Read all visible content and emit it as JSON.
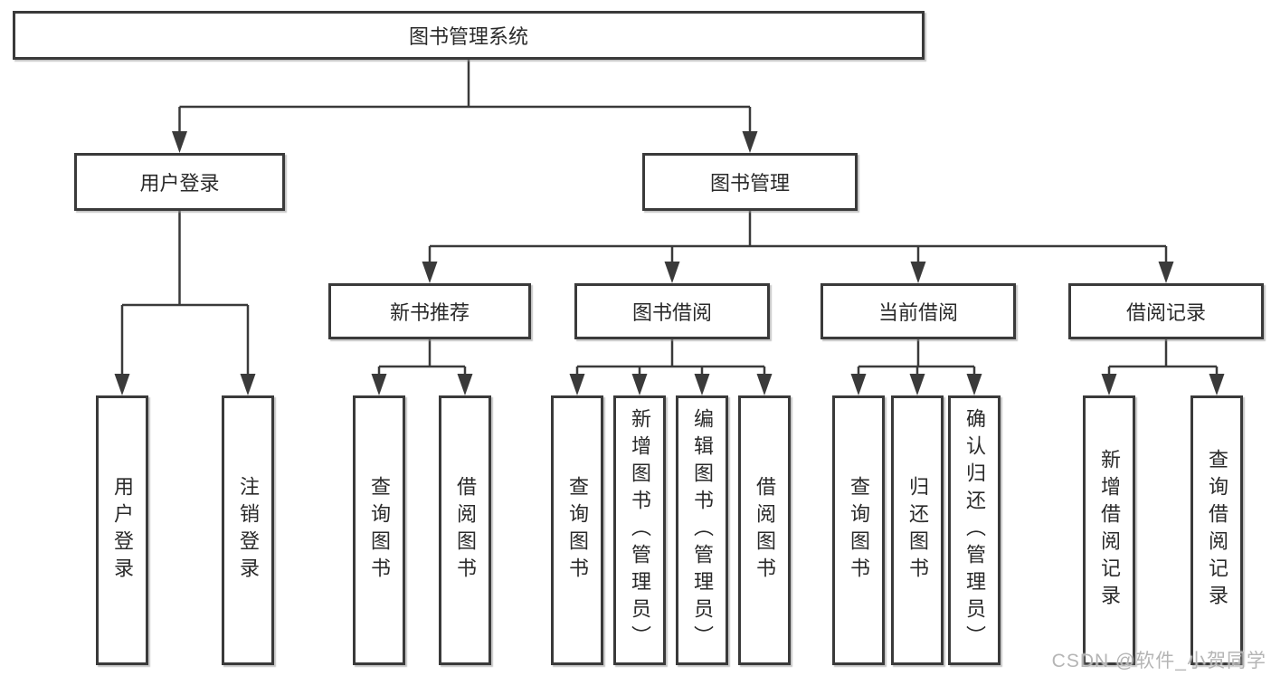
{
  "title": "图书管理系统",
  "nodes": {
    "root": "图书管理系统",
    "user_login": "用户登录",
    "book_management": "图书管理",
    "new_book_recommend": "新书推荐",
    "book_borrow": "图书借阅",
    "current_borrow": "当前借阅",
    "borrow_record": "借阅记录",
    "login": "用户登录",
    "logout": "注销登录",
    "nb_query_book": "查询图书",
    "nb_borrow_book": "借阅图书",
    "bb_query_book": "查询图书",
    "bb_add_book": "新增图书（管理员）",
    "bb_edit_book": "编辑图书（管理员）",
    "bb_borrow_book": "借阅图书",
    "cb_query_book": "查询图书",
    "cb_return_book": "归还图书",
    "cb_confirm_return": "确认归还（管理员）",
    "br_add_record": "新增借阅记录",
    "br_query_record": "查询借阅记录"
  },
  "edges": [
    {
      "from": "图书管理系统",
      "to": "用户登录"
    },
    {
      "from": "图书管理系统",
      "to": "图书管理"
    },
    {
      "from": "用户登录",
      "to": "用户登录"
    },
    {
      "from": "用户登录",
      "to": "注销登录"
    },
    {
      "from": "图书管理",
      "to": "新书推荐"
    },
    {
      "from": "图书管理",
      "to": "图书借阅"
    },
    {
      "from": "图书管理",
      "to": "当前借阅"
    },
    {
      "from": "图书管理",
      "to": "借阅记录"
    },
    {
      "from": "新书推荐",
      "to": "查询图书"
    },
    {
      "from": "新书推荐",
      "to": "借阅图书"
    },
    {
      "from": "图书借阅",
      "to": "查询图书"
    },
    {
      "from": "图书借阅",
      "to": "新增图书（管理员）"
    },
    {
      "from": "图书借阅",
      "to": "编辑图书（管理员）"
    },
    {
      "from": "图书借阅",
      "to": "借阅图书"
    },
    {
      "from": "当前借阅",
      "to": "查询图书"
    },
    {
      "from": "当前借阅",
      "to": "归还图书"
    },
    {
      "from": "当前借阅",
      "to": "确认归还（管理员）"
    },
    {
      "from": "借阅记录",
      "to": "新增借阅记录"
    },
    {
      "from": "借阅记录",
      "to": "查询借阅记录"
    }
  ],
  "watermark": "CSDN @软件_小贺同学",
  "colors": {
    "background": "#ffffff",
    "line": "#3a3a3a",
    "node_border": "#3a3a3a",
    "node_text": "#2a2a2a",
    "watermark": "#b5b5b5"
  }
}
